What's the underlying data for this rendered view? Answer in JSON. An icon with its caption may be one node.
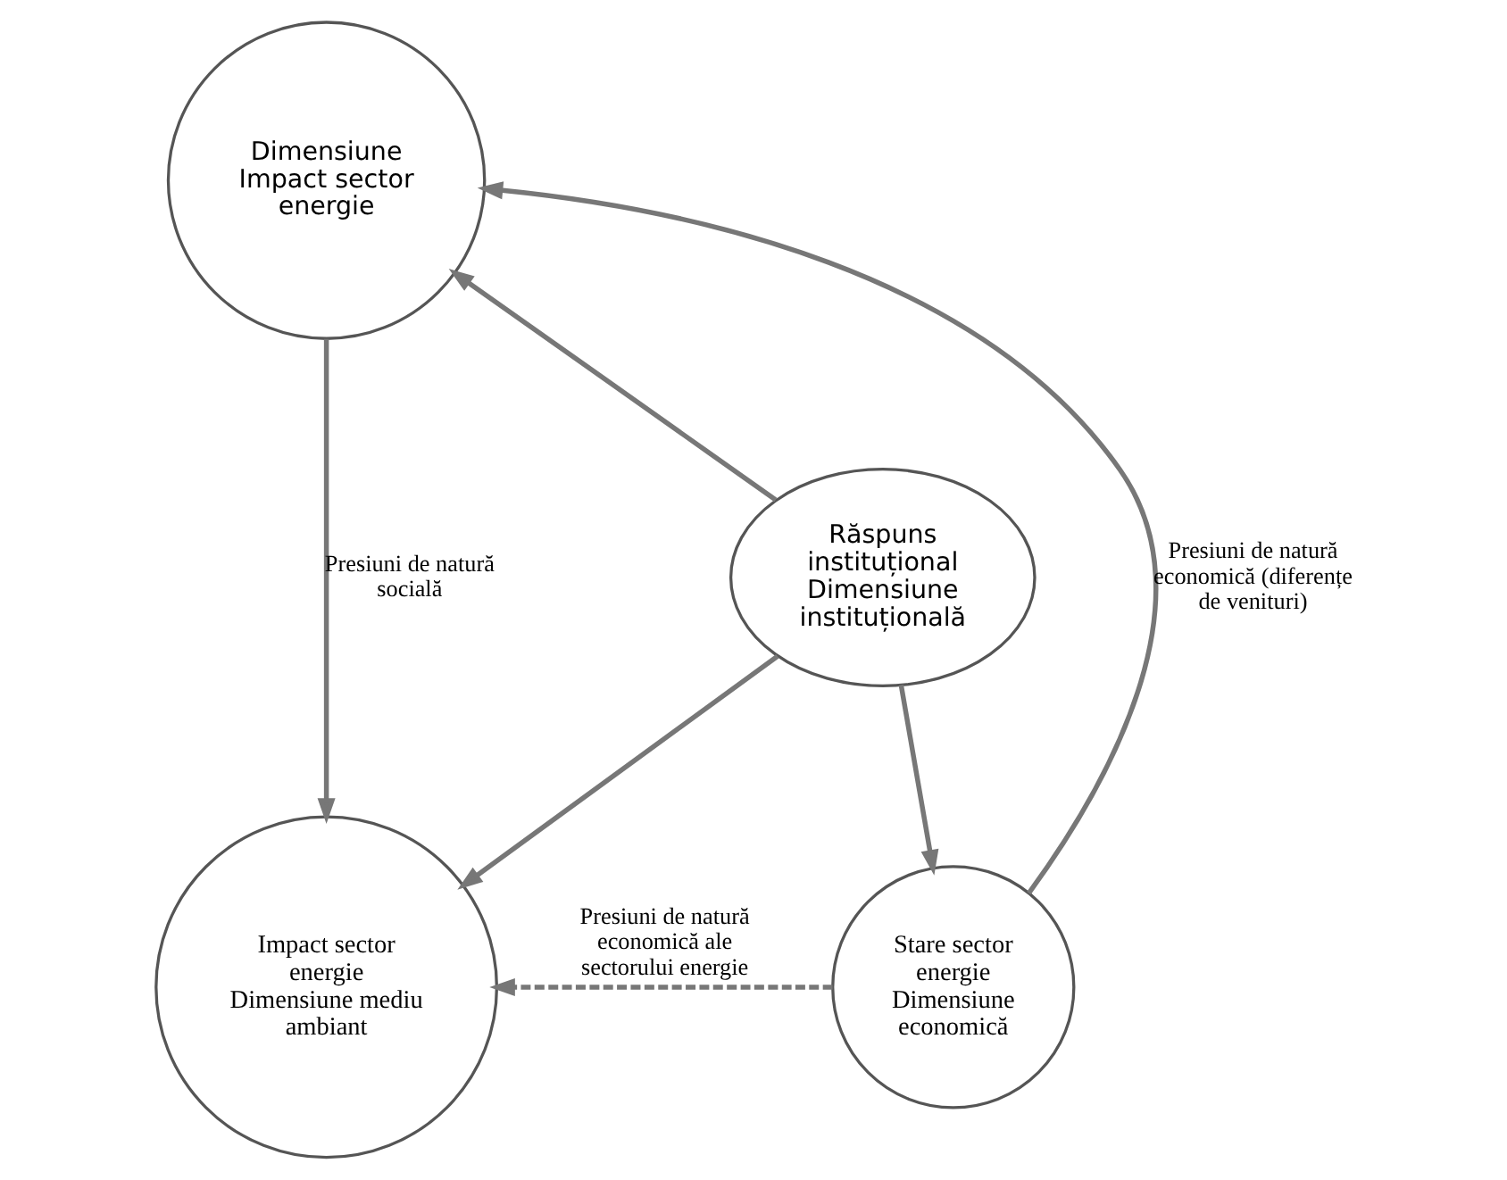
{
  "diagram": {
    "nodes": [
      {
        "text": [
          "Dimensiune",
          "Impact sector energie"
        ]
      },
      {
        "text": [
          "Răspuns instituțional",
          "Dimensiune instituțională"
        ]
      },
      {
        "text": [
          "Stare sector energie",
          "Dimensiune economică"
        ]
      },
      {
        "text": [
          "Impact sector energie",
          "Dimensiune mediu ambiant"
        ]
      }
    ],
    "edges": [
      {
        "from": 1,
        "to": 0,
        "arrow": "to"
      },
      {
        "from": 1,
        "to": 2,
        "arrow": "to"
      },
      {
        "from": 1,
        "to": 3,
        "arrow": "to"
      },
      {
        "from": 2,
        "to": 0,
        "arrow": "to",
        "label": "Presiuni de natură economică (diferențe de venituri)"
      },
      {
        "from": 0,
        "to": 3,
        "arrow": "to",
        "label": "Presiuni de natură socială"
      },
      {
        "from": 2,
        "to": 3,
        "arrow": "to",
        "style": "dashed",
        "label": "Presiuni de natură economică ale sectorului energie"
      }
    ]
  }
}
